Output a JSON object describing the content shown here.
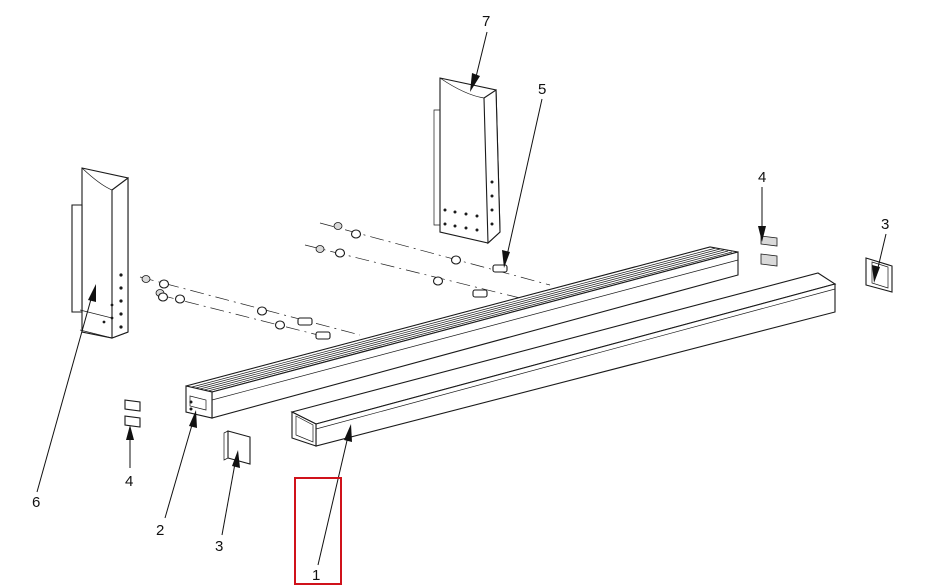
{
  "callouts": {
    "c1": "1",
    "c2": "2",
    "c3a": "3",
    "c3b": "3",
    "c4a": "4",
    "c4b": "4",
    "c5": "5",
    "c6": "6",
    "c7": "7"
  },
  "highlight_color": "#d0121b",
  "line_color": "#1a1a1a"
}
